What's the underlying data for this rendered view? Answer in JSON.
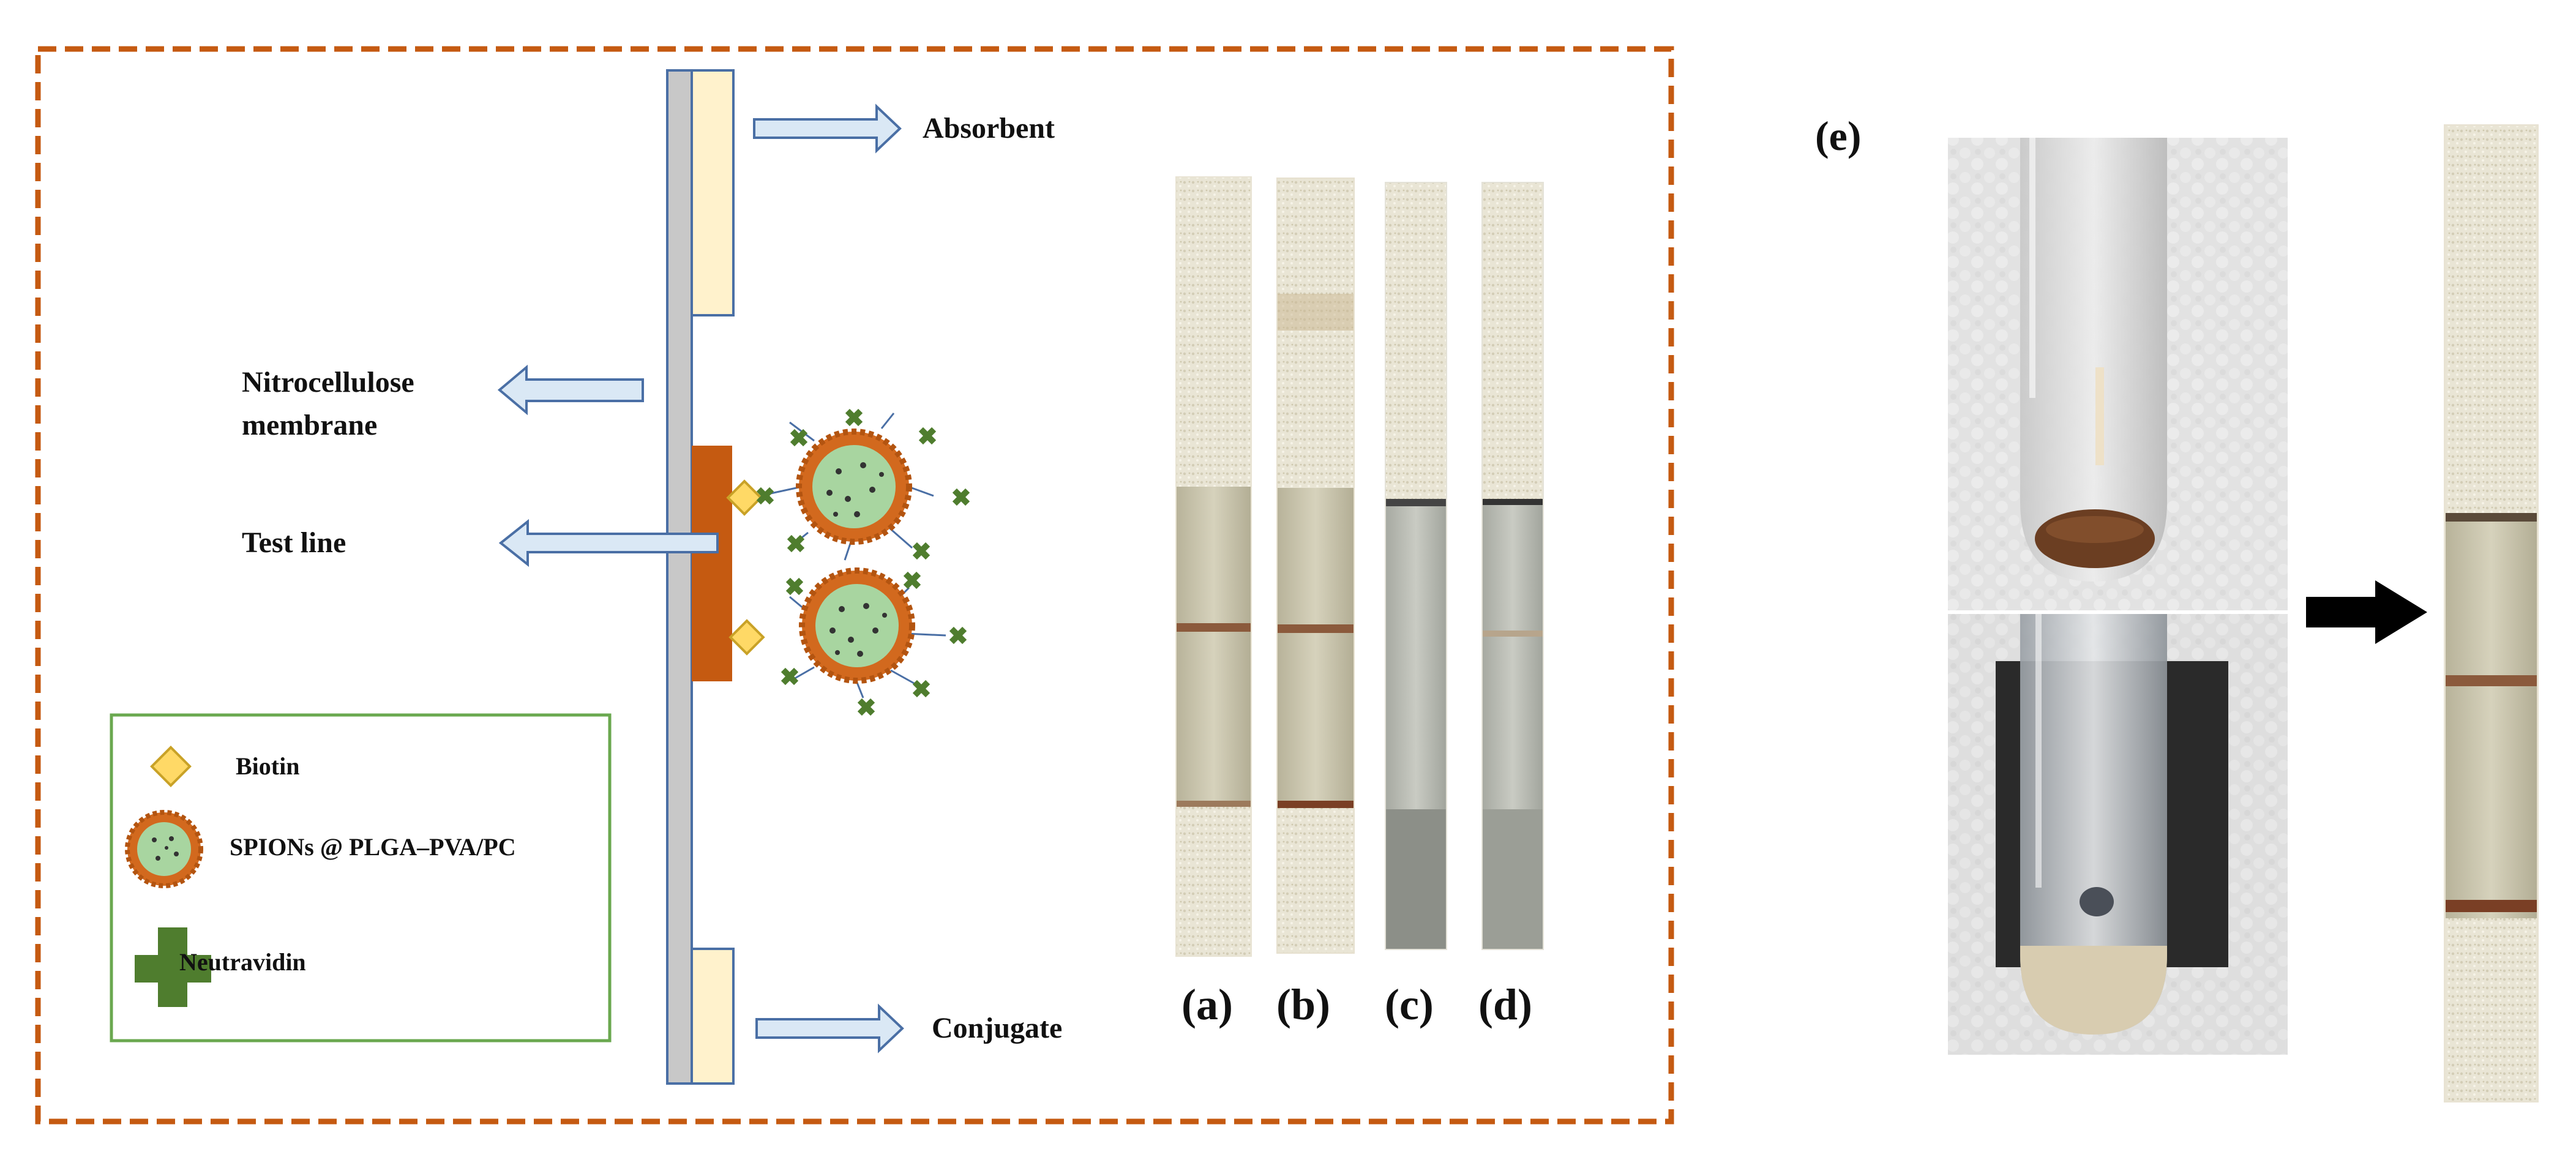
{
  "colors": {
    "dashed_border": "#c55a11",
    "backing_card": "#c8c8c8",
    "pad_fill": "#fff2cc",
    "pad_stroke": "#4a6fa5",
    "arrow_fill": "#dae8f5",
    "arrow_stroke": "#4a6fa5",
    "test_line": "#c55a11",
    "biotin": "#ffd966",
    "biotin_stroke": "#c9a227",
    "neutravidin": "#4f7d2e",
    "particle_shell": "#d2691e",
    "particle_core": "#a8d5a0",
    "legend_border": "#6aa84f",
    "control_line": "#8b5a3c"
  },
  "labels": {
    "absorbent": "Absorbent",
    "nitrocellulose_line1": "Nitrocellulose",
    "nitrocellulose_line2": "membrane",
    "test_line": "Test line",
    "conjugate": "Conjugate"
  },
  "legend": {
    "items": [
      {
        "icon": "biotin-diamond-icon",
        "label": "Biotin"
      },
      {
        "icon": "spion-particle-icon",
        "label": "SPIONs @ PLGA–PVA/PC"
      },
      {
        "icon": "neutravidin-cross-icon",
        "label": "Neutravidin"
      }
    ]
  },
  "strips": {
    "panel_labels": [
      "(a)",
      "(b)",
      "(c)",
      "(d)"
    ]
  },
  "panel_e": {
    "label": "(e)",
    "photo_icons": [
      "tube-with-brown-pellet-photo",
      "tube-on-magnet-photo",
      "result-strip-photo"
    ],
    "arrow_icon": "right-arrow-icon"
  }
}
